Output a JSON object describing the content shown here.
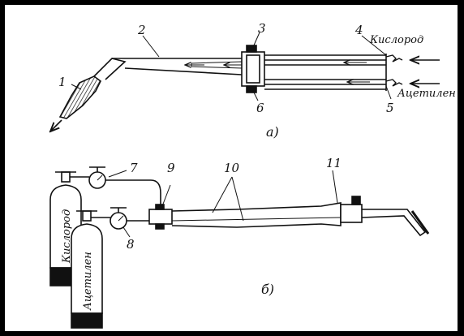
{
  "figure": {
    "part_a": {
      "caption": "а)",
      "numbers": [
        "1",
        "2",
        "3",
        "4",
        "5",
        "6"
      ],
      "gas_labels": {
        "oxygen": "Кислород",
        "acetylene": "Ацетилен"
      }
    },
    "part_b": {
      "caption": "б)",
      "numbers": [
        "7",
        "8",
        "9",
        "10",
        "11"
      ],
      "cylinder_labels": {
        "oxygen": "Кислород",
        "acetylene": "Ацетилен"
      }
    }
  },
  "colors": {
    "ink": "#111111",
    "paper": "#ffffff",
    "frame": "#000000"
  }
}
